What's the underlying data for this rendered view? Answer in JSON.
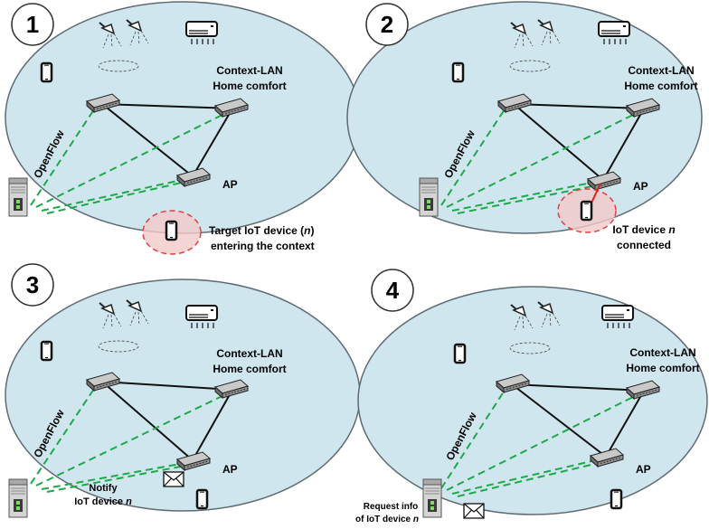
{
  "colors": {
    "ellipse_fill": "#cfe6ee",
    "ellipse_stroke": "#5f6b73",
    "openflow_line": "#1fa84a",
    "highlight_stroke": "#e04040",
    "highlight_fill": "#f3c9c9",
    "link_red": "#e02020"
  },
  "icons": {
    "switch": "network-switch-icon",
    "phone": "smartphone-icon",
    "server": "controller-server-icon",
    "lamp": "ceiling-lamp-icon",
    "ac": "air-conditioner-icon",
    "envelope": "envelope-icon"
  },
  "panels": [
    {
      "number": "1",
      "context_label_1": "Context-LAN",
      "context_label_2": "Home comfort",
      "ap_label": "AP",
      "openflow_label": "OpenFlow",
      "note_line1": "Target IoT device (",
      "note_line1_italic": "n",
      "note_line1_end": ")",
      "note_line2": "entering the context",
      "note_line2_italic": ""
    },
    {
      "number": "2",
      "context_label_1": "Context-LAN",
      "context_label_2": "Home comfort",
      "ap_label": "AP",
      "openflow_label": "OpenFlow",
      "note_line1": "IoT device ",
      "note_line1_italic": "n",
      "note_line1_end": "",
      "note_line2": "connected",
      "note_line2_italic": ""
    },
    {
      "number": "3",
      "context_label_1": "Context-LAN",
      "context_label_2": "Home comfort",
      "ap_label": "AP",
      "openflow_label": "OpenFlow",
      "note_line1": "Notify",
      "note_line1_italic": "",
      "note_line1_end": "",
      "note_line2": "IoT device ",
      "note_line2_italic": "n"
    },
    {
      "number": "4",
      "context_label_1": "Context-LAN",
      "context_label_2": "Home comfort",
      "ap_label": "AP",
      "openflow_label": "OpenFlow",
      "note_line1": "Request info",
      "note_line1_italic": "",
      "note_line1_end": "",
      "note_line2": "of IoT device ",
      "note_line2_italic": "n"
    }
  ]
}
